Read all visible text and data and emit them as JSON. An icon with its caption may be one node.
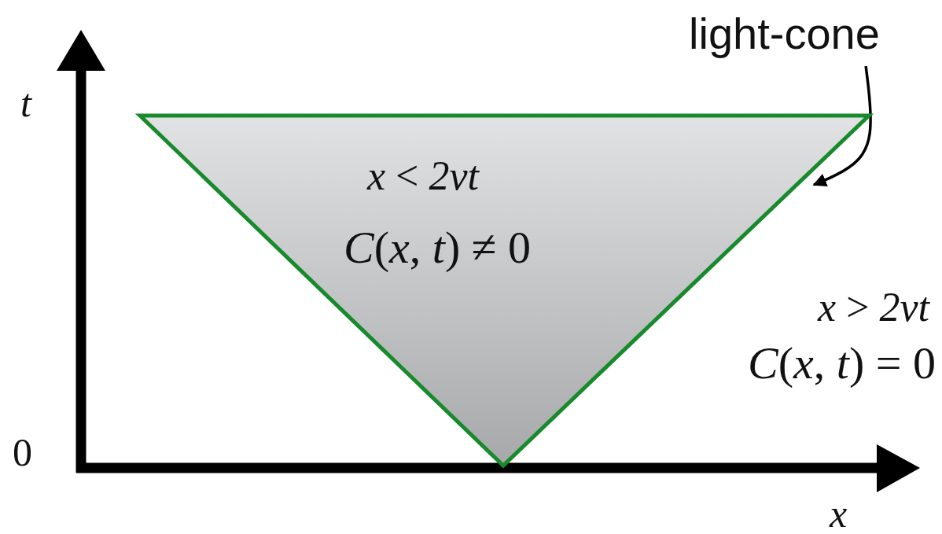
{
  "diagram": {
    "nodes": [
      {
        "text": [
          "*x* < *2vt*",
          "*C*(*x*, *t*) ≠ 0"
        ]
      },
      {
        "text": [
          "light-cone"
        ]
      }
    ],
    "edges": [
      {
        "from": 1,
        "to": 0,
        "arrow": "to"
      }
    ],
    "labels": [
      "t",
      "0",
      "x",
      "*x* > *2vt*",
      "*C*(*x*, *t*) = 0"
    ]
  }
}
